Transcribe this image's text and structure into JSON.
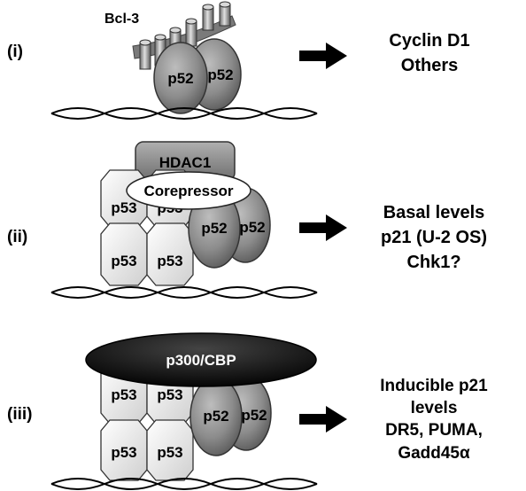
{
  "panels": [
    {
      "label": "(i)",
      "factors": {
        "bcl3": "Bcl-3",
        "p52_left": "p52",
        "p52_right": "p52"
      },
      "outcome": [
        "Cyclin D1",
        "Others"
      ]
    },
    {
      "label": "(ii)",
      "factors": {
        "hdac": "HDAC1",
        "corepressor": "Corepressor",
        "p53_tl": "p53",
        "p53_tr": "p53",
        "p53_bl": "p53",
        "p53_br": "p53",
        "p52_left": "p52",
        "p52_right": "p52"
      },
      "outcome": [
        "Basal levels",
        "p21 (U-2 OS)",
        "Chk1?"
      ]
    },
    {
      "label": "(iii)",
      "factors": {
        "coactivator": "p300/CBP",
        "p53_tl": "p53",
        "p53_tr": "p53",
        "p53_bl": "p53",
        "p53_br": "p53",
        "p52_left": "p52",
        "p52_right": "p52"
      },
      "outcome": [
        "Inducible p21",
        "levels",
        "DR5, PUMA,",
        "Gadd45α"
      ]
    }
  ],
  "colors": {
    "p52_fill": "#8c8c8c",
    "p53_fill": "#e6e6e6",
    "hdac_fill": "#8a8a8a",
    "coactivator_fill": "#111111",
    "arrow": "#000000",
    "dna": "#000000"
  }
}
